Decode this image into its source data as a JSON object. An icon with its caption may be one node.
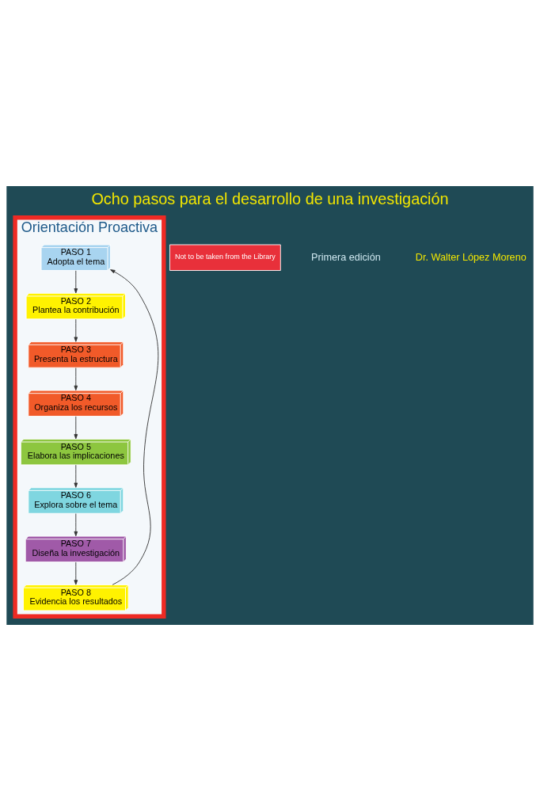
{
  "diagram": {
    "title": "Ocho pasos para el desarrollo de una investigación",
    "nodes": [
      {
        "text": [
          "Orientación Proactiva"
        ]
      },
      {
        "text": [
          "PASO 1",
          "Adopta el tema"
        ],
        "in": 0
      },
      {
        "text": [
          "PASO 2",
          "Plantea la contribución"
        ],
        "in": 0
      },
      {
        "text": [
          "PASO 3",
          "Presenta la estructura"
        ],
        "in": 0
      },
      {
        "text": [
          "PASO 4",
          "Organiza los recursos"
        ],
        "in": 0
      },
      {
        "text": [
          "PASO 5",
          "Elabora las implicaciones"
        ],
        "in": 0
      },
      {
        "text": [
          "PASO 6",
          "Explora sobre el tema"
        ],
        "in": 0
      },
      {
        "text": [
          "PASO 7",
          "Diseña la investigación"
        ],
        "in": 0
      },
      {
        "text": [
          "PASO 8",
          "Evidencia los resultados"
        ],
        "in": 0
      }
    ],
    "edges": [
      {
        "from": 1,
        "to": 2,
        "arrow": "to"
      },
      {
        "from": 2,
        "to": 3,
        "arrow": "to"
      },
      {
        "from": 3,
        "to": 4,
        "arrow": "to"
      },
      {
        "from": 4,
        "to": 5,
        "arrow": "to"
      },
      {
        "from": 5,
        "to": 6,
        "arrow": "to"
      },
      {
        "from": 6,
        "to": 7,
        "arrow": "to"
      },
      {
        "from": 7,
        "to": 8,
        "arrow": "to"
      },
      {
        "from": 8,
        "to": 1,
        "arrow": "to"
      }
    ],
    "labels": [
      "Not to be taken from the Library",
      "Primera edición",
      "Dr. Walter López Moreno"
    ]
  }
}
